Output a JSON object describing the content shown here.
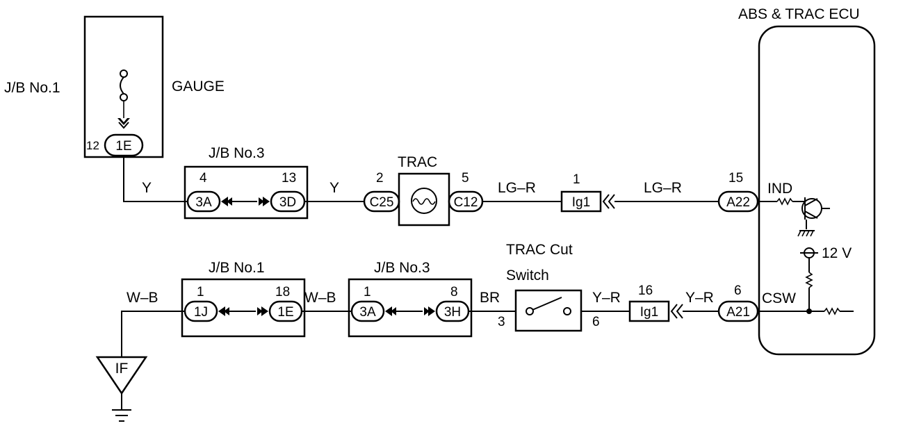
{
  "ecu": {
    "title": "ABS & TRAC ECU",
    "pins": {
      "ind_label": "IND",
      "csw_label": "CSW",
      "voltage": "12 V"
    }
  },
  "gauge_block": {
    "jb_label": "J/B No.1",
    "name": "GAUGE",
    "pin_number": "12",
    "connector": "1E"
  },
  "top_circuit": {
    "wire_y_left": "Y",
    "jb3": {
      "label": "J/B No.3",
      "left_pin": "4",
      "left_connector": "3A",
      "right_pin": "13",
      "right_connector": "3D"
    },
    "wire_y_right": "Y",
    "trac_lamp": {
      "label": "TRAC",
      "left_pin": "2",
      "left_connector": "C25",
      "right_pin": "5",
      "right_connector": "C12"
    },
    "wire_lgr_1": "LG–R",
    "splice": {
      "pin": "1",
      "label": "Ig1"
    },
    "wire_lgr_2": "LG–R",
    "ecu_connector": {
      "pin": "15",
      "label": "A22"
    }
  },
  "bottom_circuit": {
    "ground": {
      "label": "IF"
    },
    "wire_wb_left": "W–B",
    "jb1": {
      "label": "J/B No.1",
      "left_pin": "1",
      "left_connector": "1J",
      "right_pin": "18",
      "right_connector": "1E"
    },
    "wire_wb_right": "W–B",
    "jb3": {
      "label": "J/B No.3",
      "left_pin": "1",
      "left_connector": "3A",
      "right_pin": "8",
      "right_connector": "3H"
    },
    "wire_br": "BR",
    "switch": {
      "label_line1": "TRAC Cut",
      "label_line2": "Switch",
      "left_pin": "3",
      "right_pin": "6"
    },
    "wire_yr_1": "Y–R",
    "splice": {
      "pin": "16",
      "label": "Ig1"
    },
    "wire_yr_2": "Y–R",
    "ecu_connector": {
      "pin": "6",
      "label": "A21"
    }
  }
}
